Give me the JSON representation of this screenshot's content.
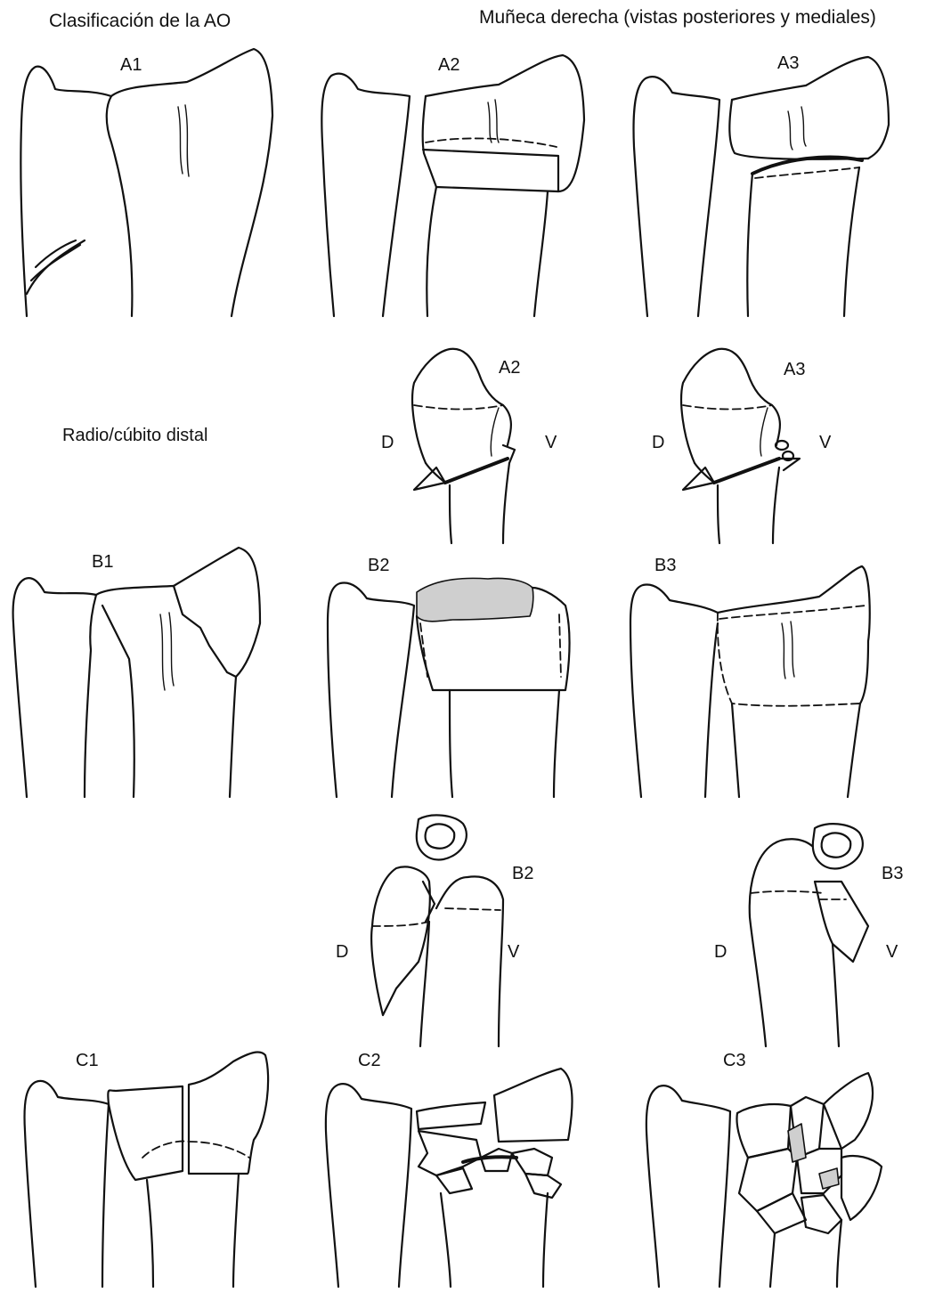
{
  "header": {
    "title": "Clasificación de la AO",
    "subtitle": "Muñeca derecha (vistas posteriores y mediales)",
    "side_label": "Radio/cúbito distal"
  },
  "labels": {
    "a1": "A1",
    "a2": "A2",
    "a3": "A3",
    "a2_lateral": "A2",
    "a3_lateral": "A3",
    "b1": "B1",
    "b2": "B2",
    "b3": "B3",
    "b2_lateral": "B2",
    "b3_lateral": "B3",
    "c1": "C1",
    "c2": "C2",
    "c3": "C3",
    "dorsal": "D",
    "volar": "V"
  }
}
